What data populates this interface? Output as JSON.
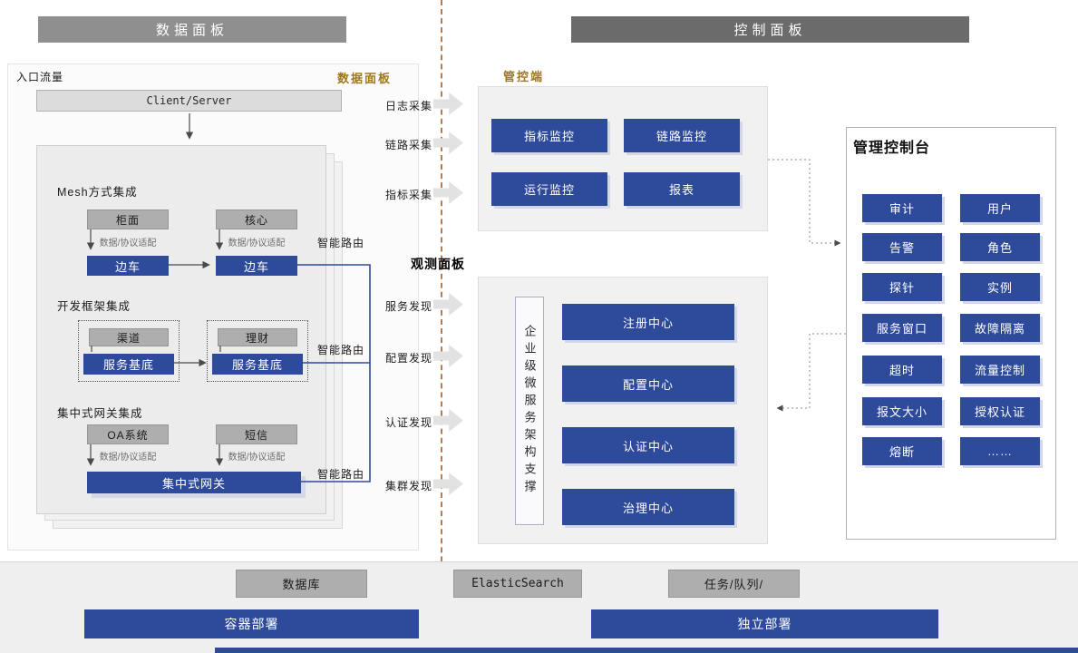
{
  "colors": {
    "blue": "#2e4a9b",
    "gray": "#aeaeae",
    "gold": "#a0761e",
    "divider": "#c07a45",
    "header_left": "#8f8f8f",
    "header_right": "#6b6b6b"
  },
  "icons": {
    "flow_arrow": "chevron-right-block-arrow"
  },
  "headers": {
    "data_panel": "数据面板",
    "control_panel": "控制面板"
  },
  "data_side": {
    "entry_label": "入口流量",
    "corner_label": "数据面板",
    "client_server": "Client/Server",
    "mesh": {
      "title": "Mesh方式集成",
      "box_left": "柜面",
      "box_right": "核心",
      "adapter": "数据/协议适配",
      "sidecar_left": "边车",
      "sidecar_right": "边车",
      "route": "智能路由"
    },
    "framework": {
      "title": "开发框架集成",
      "group_left_top": "渠道",
      "group_left_bottom": "服务基底",
      "group_right_top": "理财",
      "group_right_bottom": "服务基底",
      "route": "智能路由"
    },
    "gateway": {
      "title": "集中式网关集成",
      "box_left": "OA系统",
      "box_right": "短信",
      "adapter": "数据/协议适配",
      "bar": "集中式网关",
      "route": "智能路由"
    }
  },
  "middle": {
    "collectors": [
      "日志采集",
      "链路采集",
      "指标采集"
    ],
    "observe_title": "观测面板",
    "discoveries": [
      "服务发现",
      "配置发现",
      "认证发现",
      "集群发现"
    ]
  },
  "monitor": {
    "label": "管控端",
    "buttons": [
      "指标监控",
      "链路监控",
      "运行监控",
      "报表"
    ]
  },
  "platform": {
    "vertical_label": "企业级微服务架构支撑",
    "centers": [
      "注册中心",
      "配置中心",
      "认证中心",
      "治理中心"
    ]
  },
  "console": {
    "title": "管理控制台",
    "buttons": [
      "审计",
      "用户",
      "告警",
      "角色",
      "探针",
      "实例",
      "服务窗口",
      "故障隔离",
      "超时",
      "流量控制",
      "报文大小",
      "授权认证",
      "熔断",
      "……"
    ]
  },
  "infra": {
    "gray_boxes": [
      "数据库",
      "ElasticSearch",
      "任务/队列/"
    ],
    "blue_boxes": [
      "容器部署",
      "独立部署"
    ]
  }
}
